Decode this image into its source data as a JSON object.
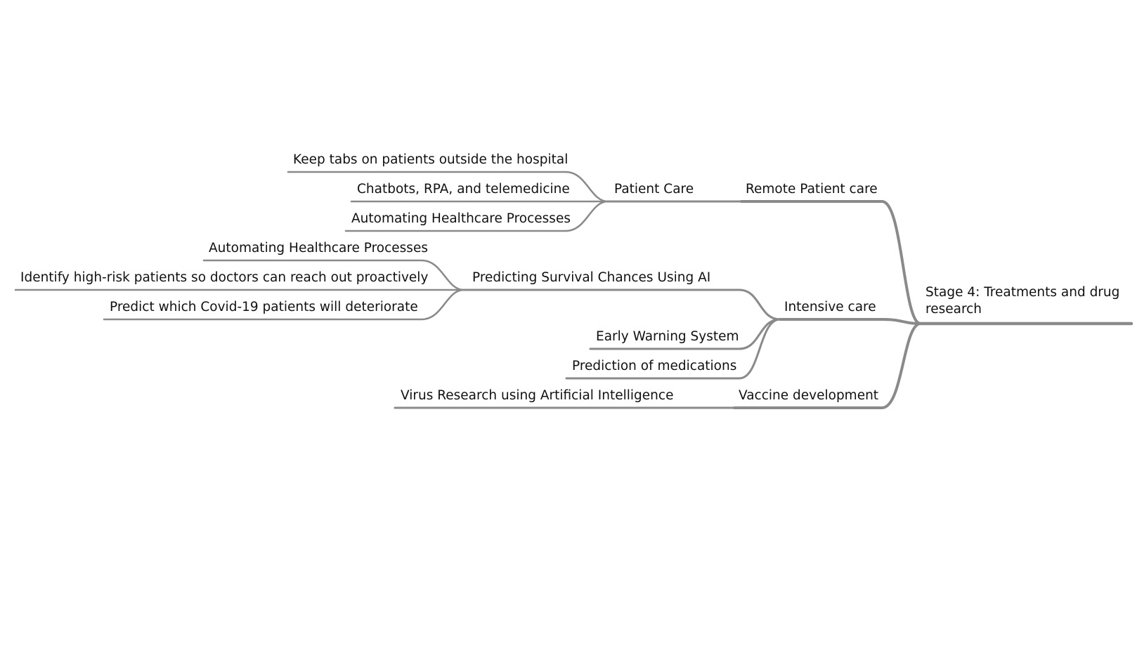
{
  "mindmap": {
    "root": {
      "line1": "Stage 4: Treatments and drug",
      "line2": "research"
    },
    "remote_patient_care": {
      "label": "Remote Patient care",
      "patient_care": {
        "label": "Patient Care",
        "items": [
          "Keep tabs on patients outside the hospital",
          "Chatbots, RPA, and telemedicine",
          "Automating Healthcare Processes"
        ]
      }
    },
    "intensive_care": {
      "label": "Intensive care",
      "predicting_survival": {
        "label": "Predicting Survival Chances Using AI",
        "items": [
          "Automating Healthcare Processes",
          "Identify high-risk patients so doctors can reach out proactively",
          "Predict which Covid-19 patients will deteriorate"
        ]
      },
      "items": [
        "Early Warning System",
        "Prediction of medications"
      ]
    },
    "vaccine_development": {
      "label": "Vaccine development",
      "items": [
        "Virus Research using Artificial Intelligence"
      ]
    }
  },
  "colors": {
    "line": "#8a8a8a",
    "text": "#111111",
    "background": "#ffffff"
  }
}
